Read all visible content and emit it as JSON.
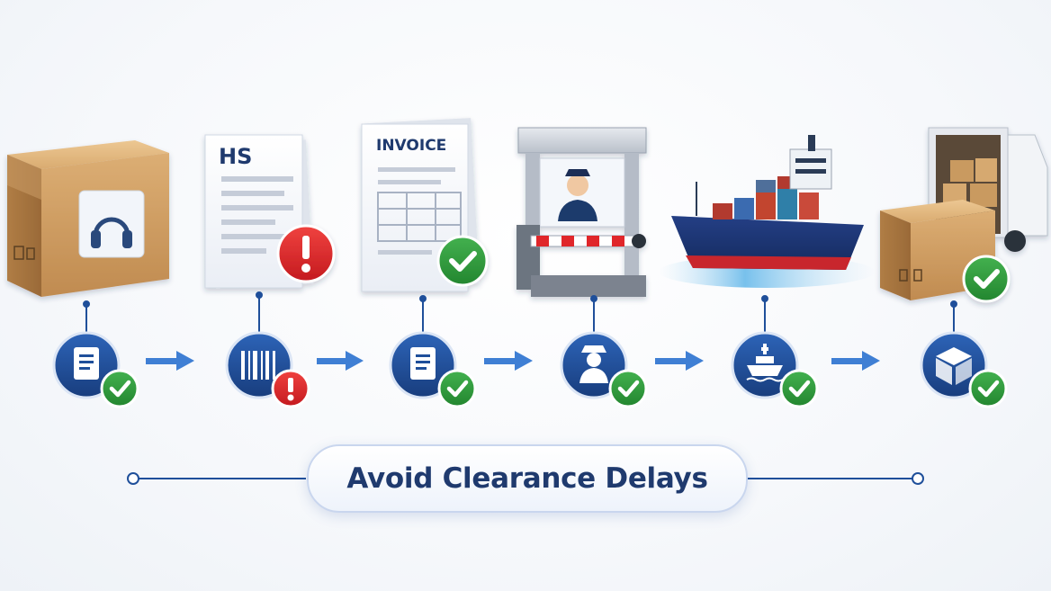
{
  "title": "Avoid Clearance Delays",
  "documents": {
    "hs_label": "HS",
    "invoice_label": "INVOICE"
  },
  "steps": [
    {
      "illustration": "package-box-icon",
      "icon": "document-icon",
      "status": "ok"
    },
    {
      "illustration": "hs-document-icon",
      "icon": "barcode-icon",
      "status": "warning"
    },
    {
      "illustration": "invoice-document-icon",
      "icon": "document-icon",
      "status": "ok"
    },
    {
      "illustration": "customs-booth-icon",
      "icon": "customs-officer-icon",
      "status": "ok"
    },
    {
      "illustration": "cargo-ship-icon",
      "icon": "ship-icon",
      "status": "ok"
    },
    {
      "illustration": "delivery-truck-icon",
      "icon": "package-icon",
      "status": "ok"
    }
  ],
  "colors": {
    "primary": "#1f4f9a",
    "ok": "#2e9a3e",
    "warning": "#e0262b",
    "arrow": "#3f7fd4",
    "box": "#d6a96f"
  }
}
